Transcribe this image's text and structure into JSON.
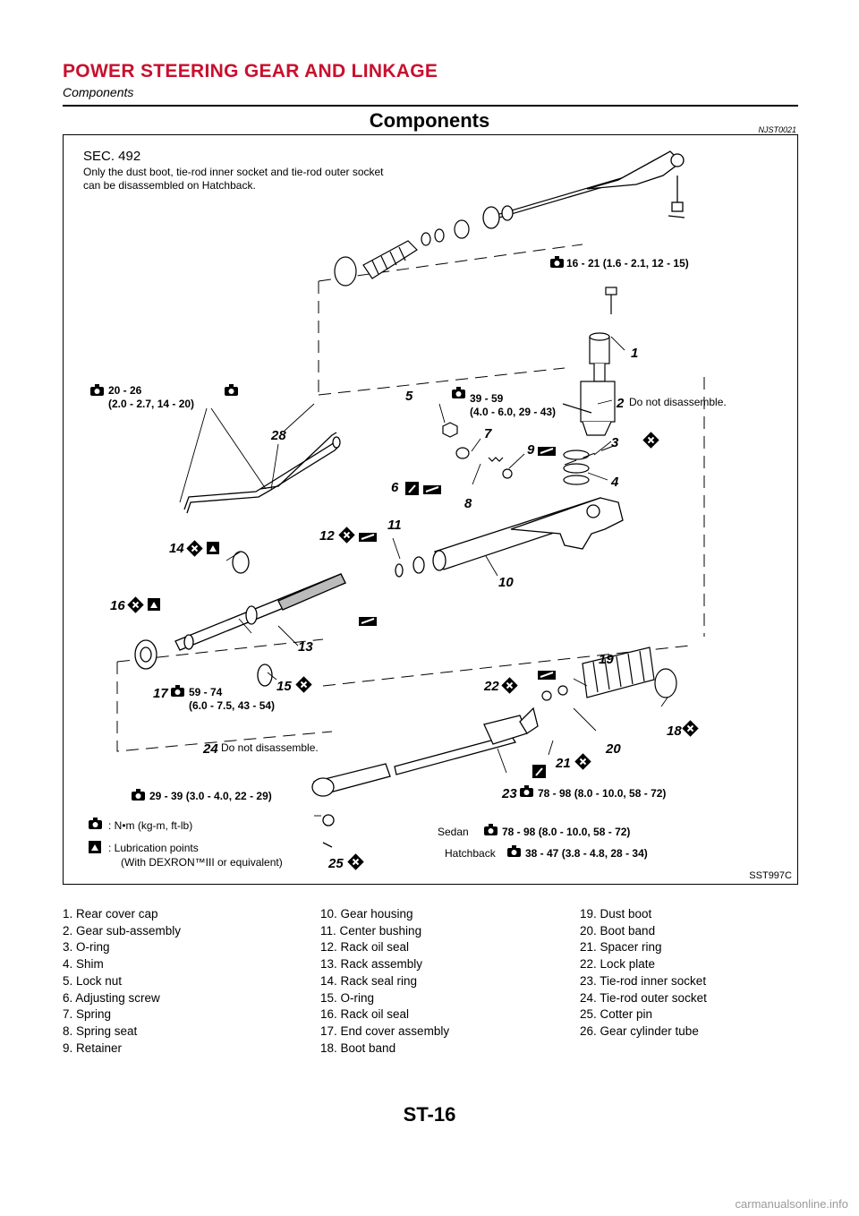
{
  "header": {
    "title": "POWER STEERING GEAR AND LINKAGE",
    "subtitle": "Components"
  },
  "section": {
    "title": "Components",
    "code": "NJST0021"
  },
  "figure": {
    "sec": "SEC. 492",
    "note_line1": "Only the dust boot, tie-rod inner socket and tie-rod outer socket",
    "note_line2": "can be disassembled on Hatchback.",
    "torque_bolt": "16 - 21 (1.6 - 2.1, 12 - 15)",
    "torque_tube1": "20 - 26",
    "torque_tube2": "(2.0 - 2.7, 14 - 20)",
    "torque_5a": "39 - 59",
    "torque_5b": "(4.0 - 6.0, 29 - 43)",
    "do_not_disassemble_2": "Do not disassemble.",
    "torque_17a": "59 - 74",
    "torque_17b": "(6.0 - 7.5, 43 - 54)",
    "do_not_disassemble_24": "Do not disassemble.",
    "torque_outer": "29 - 39 (3.0 - 4.0, 22 - 29)",
    "torque_23": "78 - 98 (8.0 - 10.0, 58 - 72)",
    "sedan_label": "Sedan",
    "torque_sedan": "78 - 98 (8.0 - 10.0, 58 - 72)",
    "hatchback_label": "Hatchback",
    "torque_hatch": "38 - 47 (3.8 - 4.8, 28 - 34)",
    "key_torque": ": N•m (kg-m, ft-lb)",
    "key_lube1": ": Lubrication points",
    "key_lube2": "(With DEXRON™III or equivalent)",
    "code": "SST997C",
    "callouts": [
      "1",
      "2",
      "3",
      "4",
      "5",
      "6",
      "7",
      "8",
      "9",
      "10",
      "11",
      "12",
      "13",
      "14",
      "15",
      "16",
      "17",
      "18",
      "19",
      "20",
      "21",
      "22",
      "23",
      "24",
      "25",
      "28"
    ]
  },
  "legend": {
    "col1": [
      "1. Rear cover cap",
      "2. Gear sub-assembly",
      "3. O-ring",
      "4. Shim",
      "5. Lock nut",
      "6. Adjusting screw",
      "7. Spring",
      "8. Spring seat",
      "9. Retainer"
    ],
    "col2": [
      "10. Gear housing",
      "11. Center bushing",
      "12. Rack oil seal",
      "13. Rack assembly",
      "14. Rack seal ring",
      "15. O-ring",
      "16. Rack oil seal",
      "17. End cover assembly",
      "18. Boot band"
    ],
    "col3": [
      "19. Dust boot",
      "20. Boot band",
      "21. Spacer ring",
      "22. Lock plate",
      "23. Tie-rod inner socket",
      "24. Tie-rod outer socket",
      "25. Cotter pin",
      "26. Gear cylinder tube"
    ]
  },
  "page_number": "ST-16",
  "watermark": "carmanualsonline.info"
}
